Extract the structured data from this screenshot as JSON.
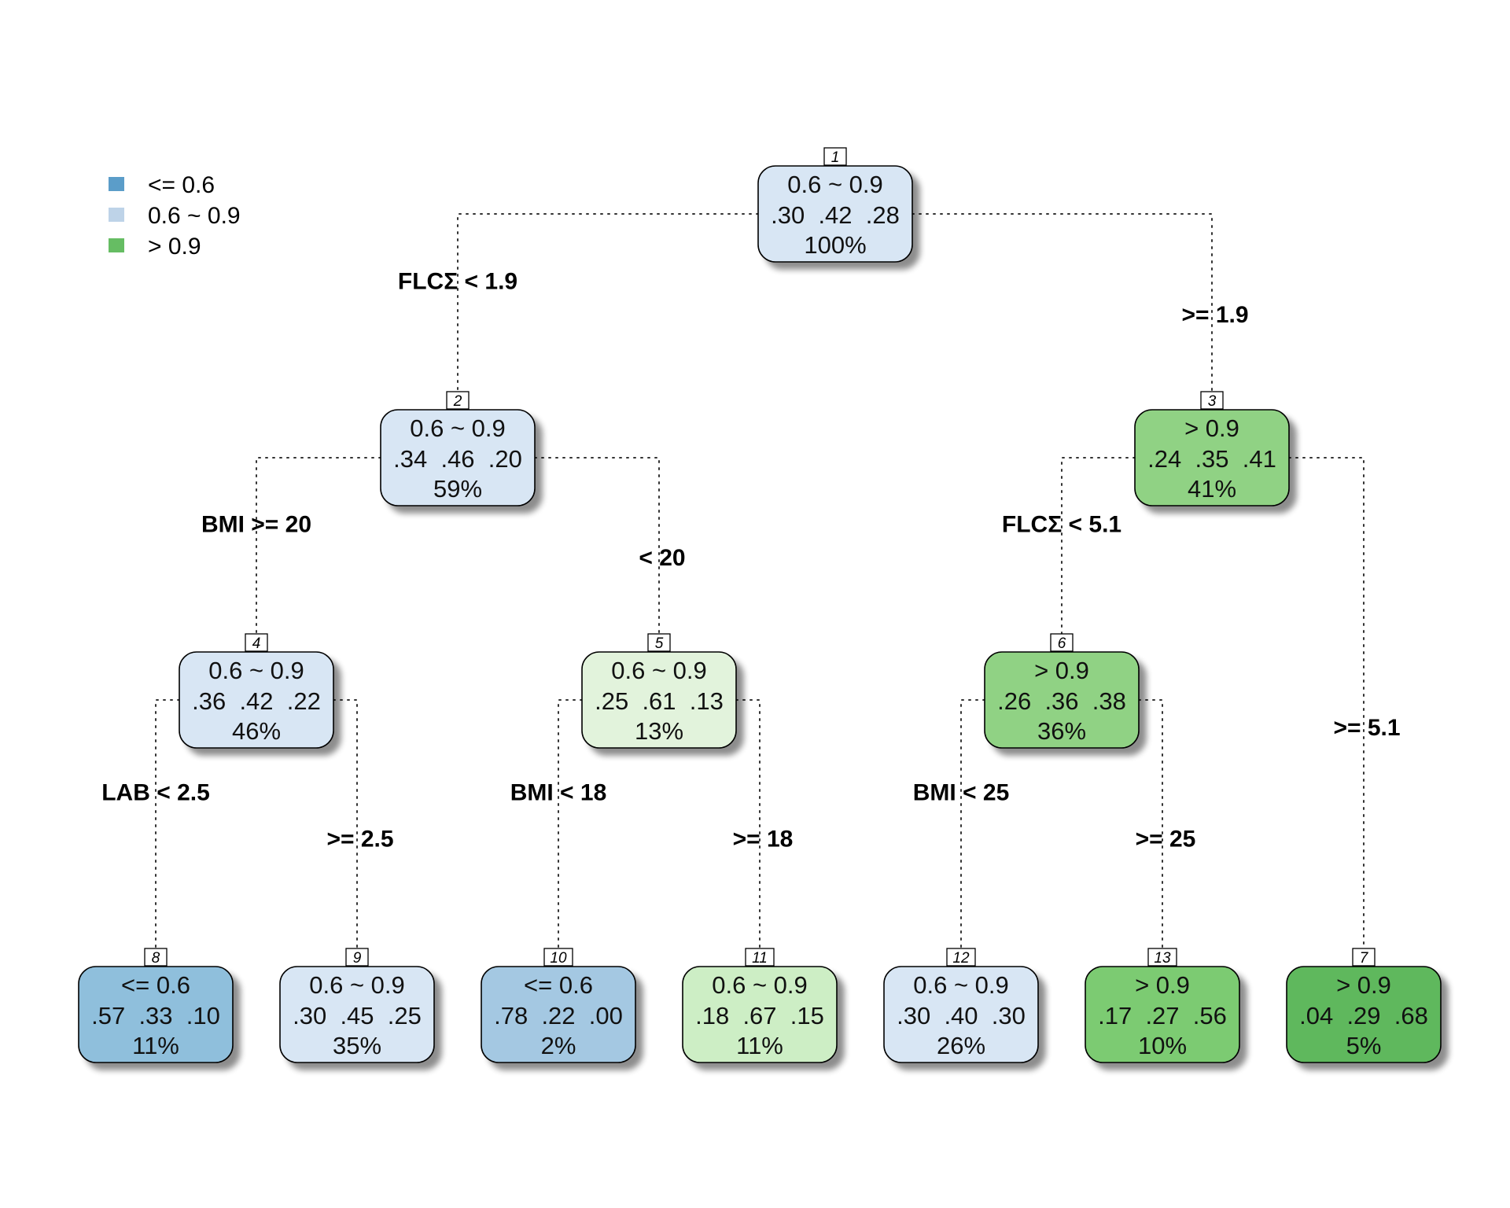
{
  "legend": [
    {
      "label": "<= 0.6",
      "color": "#5b9dc9"
    },
    {
      "label": "0.6 ~ 0.9",
      "color": "#bed3e8"
    },
    {
      "label": "> 0.9",
      "color": "#66bd63"
    }
  ],
  "nodes": [
    {
      "id": "1",
      "class": "0.6 ~ 0.9",
      "probs": ".30  .42  .28",
      "percent": "100%",
      "fill": "#d8e6f4"
    },
    {
      "id": "2",
      "class": "0.6 ~ 0.9",
      "probs": ".34  .46  .20",
      "percent": "59%",
      "fill": "#d8e6f4"
    },
    {
      "id": "3",
      "class": "> 0.9",
      "probs": ".24  .35  .41",
      "percent": "41%",
      "fill": "#90d284"
    },
    {
      "id": "4",
      "class": "0.6 ~ 0.9",
      "probs": ".36  .42  .22",
      "percent": "46%",
      "fill": "#d8e6f4"
    },
    {
      "id": "5",
      "class": "0.6 ~ 0.9",
      "probs": ".25  .61  .13",
      "percent": "13%",
      "fill": "#e2f3dc"
    },
    {
      "id": "6",
      "class": "> 0.9",
      "probs": ".26  .36  .38",
      "percent": "36%",
      "fill": "#90d284"
    },
    {
      "id": "8",
      "class": "<= 0.6",
      "probs": ".57  .33  .10",
      "percent": "11%",
      "fill": "#8fbfdc"
    },
    {
      "id": "9",
      "class": "0.6 ~ 0.9",
      "probs": ".30  .45  .25",
      "percent": "35%",
      "fill": "#d8e6f4"
    },
    {
      "id": "10",
      "class": "<= 0.6",
      "probs": ".78  .22  .00",
      "percent": "2%",
      "fill": "#a4c8e2"
    },
    {
      "id": "11",
      "class": "0.6 ~ 0.9",
      "probs": ".18  .67  .15",
      "percent": "11%",
      "fill": "#cdeec5"
    },
    {
      "id": "12",
      "class": "0.6 ~ 0.9",
      "probs": ".30  .40  .30",
      "percent": "26%",
      "fill": "#d8e6f4"
    },
    {
      "id": "13",
      "class": "> 0.9",
      "probs": ".17  .27  .56",
      "percent": "10%",
      "fill": "#7ccb72"
    },
    {
      "id": "7",
      "class": "> 0.9",
      "probs": ".04  .29  .68",
      "percent": "5%",
      "fill": "#5fb85d"
    }
  ],
  "splits": [
    {
      "parent": "1",
      "left_label": "FLCΣ < 1.9",
      "right_label": ">= 1.9"
    },
    {
      "parent": "2",
      "left_label": "BMI >= 20",
      "right_label": "< 20"
    },
    {
      "parent": "3",
      "left_label": "FLCΣ < 5.1",
      "right_label": ">= 5.1"
    },
    {
      "parent": "4",
      "left_label": "LAB < 2.5",
      "right_label": ">= 2.5"
    },
    {
      "parent": "5",
      "left_label": "BMI < 18",
      "right_label": ">= 18"
    },
    {
      "parent": "6",
      "left_label": "BMI < 25",
      "right_label": ">= 25"
    }
  ]
}
